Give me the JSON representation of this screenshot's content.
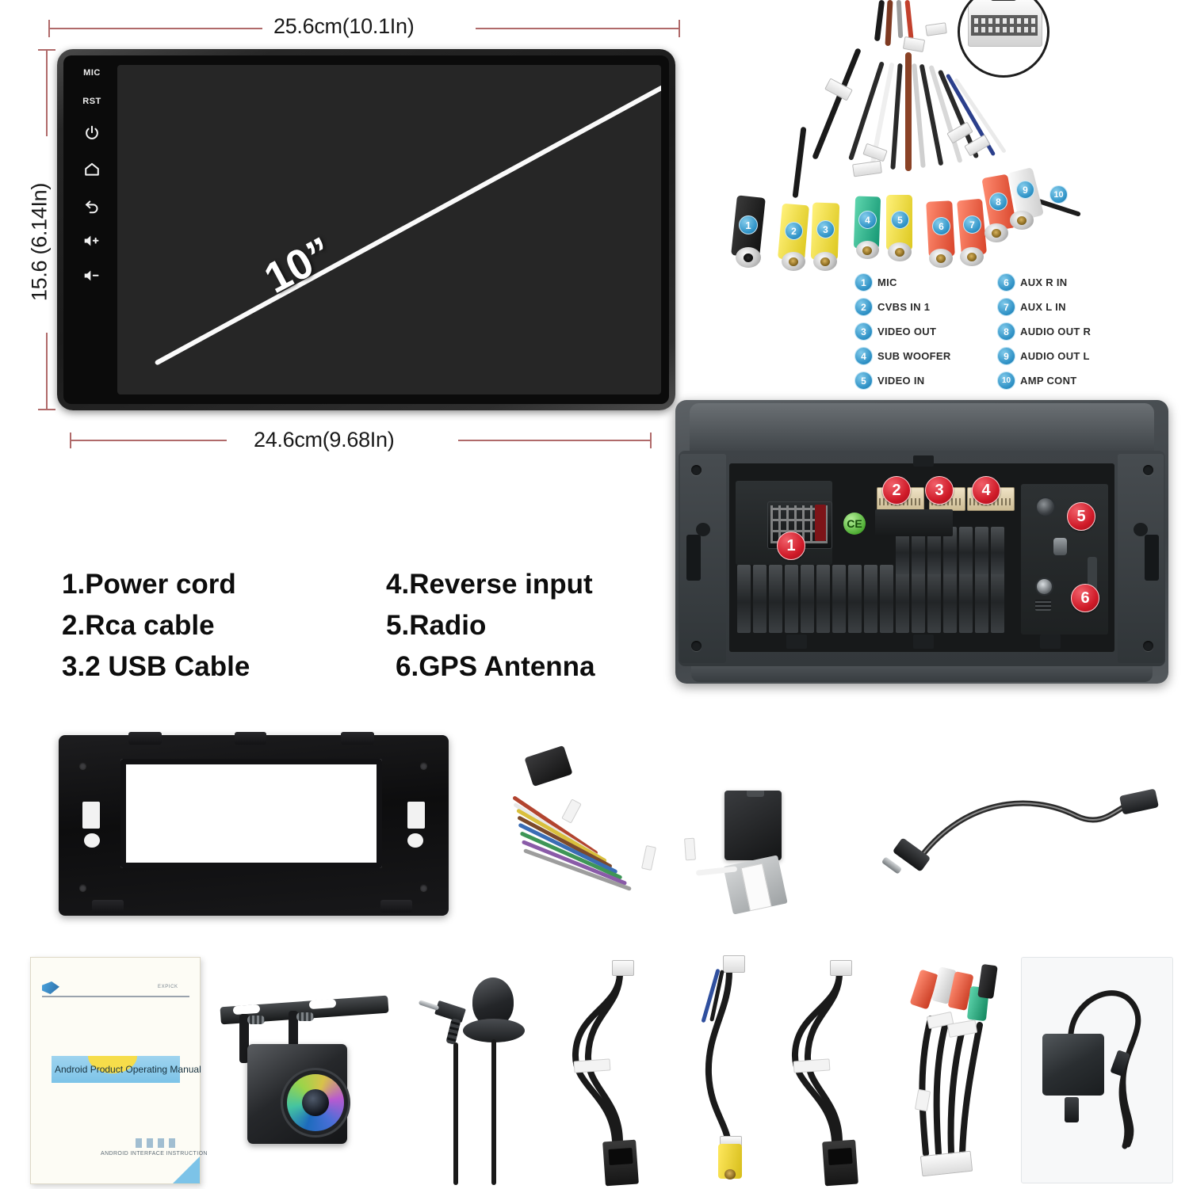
{
  "dimensions": {
    "top_label": "25.6cm(10.1In)",
    "left_label": "15.6 (6.14In)",
    "bottom_label": "24.6cm(9.68In)"
  },
  "head_unit": {
    "screen_size_label": "10”",
    "side_buttons": [
      {
        "name": "mic-label",
        "label": "MIC",
        "type": "text"
      },
      {
        "name": "reset-label",
        "label": "RST",
        "type": "text"
      },
      {
        "name": "power-button",
        "label": "power",
        "type": "icon"
      },
      {
        "name": "home-button",
        "label": "home",
        "type": "icon"
      },
      {
        "name": "back-button",
        "label": "back",
        "type": "icon"
      },
      {
        "name": "volume-up-button",
        "label": "volume-up",
        "type": "icon"
      },
      {
        "name": "volume-down-button",
        "label": "volume-down",
        "type": "icon"
      }
    ]
  },
  "parts_list": {
    "left_column": [
      "1.Power cord",
      "2.Rca cable",
      "3.2 USB Cable"
    ],
    "right_column": [
      "4.Reverse input",
      "5.Radio",
      "6.GPS Antenna"
    ]
  },
  "rca_legend": {
    "left": [
      {
        "num": "1",
        "label": "MIC"
      },
      {
        "num": "2",
        "label": "CVBS IN 1"
      },
      {
        "num": "3",
        "label": "VIDEO OUT"
      },
      {
        "num": "4",
        "label": "SUB WOOFER"
      },
      {
        "num": "5",
        "label": "VIDEO IN"
      }
    ],
    "right": [
      {
        "num": "6",
        "label": "AUX R IN"
      },
      {
        "num": "7",
        "label": "AUX L IN"
      },
      {
        "num": "8",
        "label": "AUDIO OUT R"
      },
      {
        "num": "9",
        "label": "AUDIO OUT L"
      },
      {
        "num": "10",
        "label": "AMP CONT"
      }
    ]
  },
  "rca_harness_connectors": [
    {
      "num": "1",
      "color": "#1a1a1a"
    },
    {
      "num": "2",
      "color": "#f2e23c"
    },
    {
      "num": "3",
      "color": "#f2e23c"
    },
    {
      "num": "4",
      "color": "#23a77f"
    },
    {
      "num": "5",
      "color": "#f2e23c"
    },
    {
      "num": "6",
      "color": "#e35c3c"
    },
    {
      "num": "7",
      "color": "#e35c3c"
    },
    {
      "num": "8",
      "color": "#e35c3c"
    },
    {
      "num": "9",
      "color": "#e6e6e6"
    },
    {
      "num": "10",
      "color": "#1a1a1a"
    }
  ],
  "chassis_callouts": [
    "1",
    "2",
    "3",
    "4",
    "5",
    "6"
  ],
  "chassis_ce_mark": "CE",
  "manual": {
    "title": "Android Product Operating Manual",
    "footer": "ANDROID INTERFACE INSTRUCTION",
    "brand": "EXPICK"
  },
  "accessories": [
    {
      "name": "dash-fascia-frame"
    },
    {
      "name": "power-canbus-harness"
    },
    {
      "name": "antenna-adapter-cable"
    },
    {
      "name": "operating-manual"
    },
    {
      "name": "backup-camera"
    },
    {
      "name": "external-microphone"
    },
    {
      "name": "usb-cable-1"
    },
    {
      "name": "reverse-input-cable"
    },
    {
      "name": "usb-cable-2"
    },
    {
      "name": "rca-cable-bundle"
    },
    {
      "name": "gps-antenna"
    }
  ],
  "colors": {
    "dimension_line": "#b06a6a",
    "red_badge": "#cf1a28",
    "blue_badge": "#2f93c7",
    "screen": "#262626"
  }
}
